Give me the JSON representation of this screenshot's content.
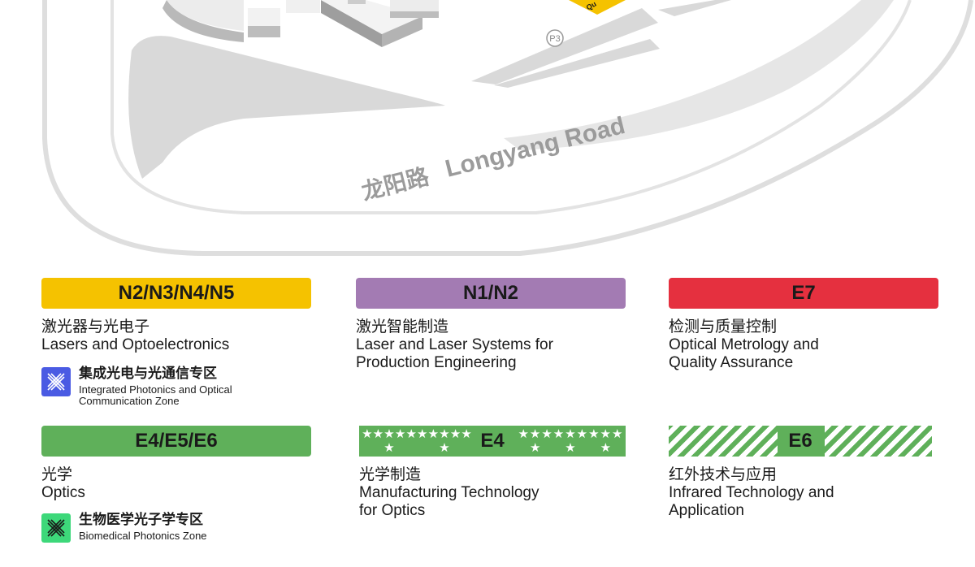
{
  "map": {
    "road_label_cn": "龙阳路",
    "road_label_en": "Longyang Road",
    "parking_label": "P3",
    "sign_fragment": "Qu",
    "colors": {
      "road": "#d9d9d9",
      "outline": "#dcdcdc",
      "building": "#e9e9e9",
      "sign": "#f5c200"
    }
  },
  "legend": {
    "col1": [
      {
        "tag": "N2/N3/N4/N5",
        "color": "#f5c200",
        "cn": "激光器与光电子",
        "en_lines": [
          "Lasers and Optoelectronics"
        ],
        "subzone": {
          "icon": "crossed-x-icon",
          "icon_color": "#4a5be3",
          "cn": "集成光电与光通信专区",
          "en_lines": [
            "Integrated Photonics and Optical",
            "Communication Zone"
          ]
        }
      },
      {
        "tag": "E4/E5/E6",
        "color": "#5fb05a",
        "cn": "光学",
        "en_lines": [
          "Optics"
        ],
        "subzone": {
          "icon": "crossed-x-icon",
          "icon_color": "#3dd87a",
          "cn": "生物医学光子学专区",
          "en_lines": [
            "Biomedical Photonics Zone"
          ]
        }
      }
    ],
    "col2": [
      {
        "tag": "N1/N2",
        "color": "#a37bb3",
        "cn": "激光智能制造",
        "en_lines": [
          "Laser and Laser Systems for",
          "Production Engineering"
        ]
      },
      {
        "tag": "E4",
        "color": "#5fb05a",
        "pattern": "stars",
        "cn": "光学制造",
        "en_lines": [
          "Manufacturing Technology",
          "for Optics"
        ]
      }
    ],
    "col3": [
      {
        "tag": "E7",
        "color": "#e5303f",
        "cn": "检测与质量控制",
        "en_lines": [
          "Optical Metrology and",
          "Quality Assurance"
        ]
      },
      {
        "tag": "E6",
        "color": "#5fb05a",
        "pattern": "stripes",
        "cn": "红外技术与应用",
        "en_lines": [
          "Infrared Technology and",
          "Application"
        ]
      }
    ]
  }
}
